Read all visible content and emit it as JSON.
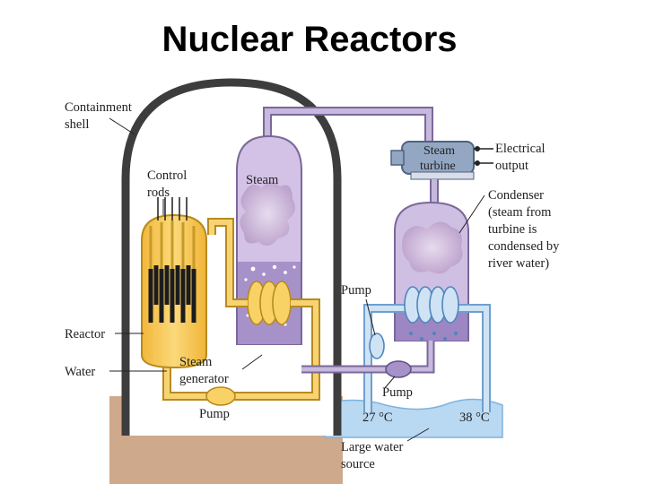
{
  "slide": {
    "title": "Nuclear Reactors"
  },
  "labels": {
    "containment_1": "Containment",
    "containment_2": "shell",
    "control_1": "Control",
    "control_2": "rods",
    "steam": "Steam",
    "turbine_1": "Steam",
    "turbine_2": "turbine",
    "electrical_1": "Electrical",
    "electrical_2": "output",
    "condenser_1": "Condenser",
    "condenser_2": "(steam from",
    "condenser_3": "turbine is",
    "condenser_4": "condensed by",
    "condenser_5": "river water)",
    "pump_upper": "Pump",
    "reactor": "Reactor",
    "water": "Water",
    "steam_gen_1": "Steam",
    "steam_gen_2": "generator",
    "pump_lower_left": "Pump",
    "pump_lower_right": "Pump",
    "temp_inlet": "27 °C",
    "temp_outlet": "38 °C",
    "water_source_1": "Large water",
    "water_source_2": "source"
  },
  "colors": {
    "containment": "#3d3d3d",
    "reactor_fill": "#f6c54a",
    "steam_loop": "#b3a3cf",
    "water_loop_light": "#b7d3ec",
    "river": "#b9d8f1",
    "ground": "#cfa98c"
  }
}
